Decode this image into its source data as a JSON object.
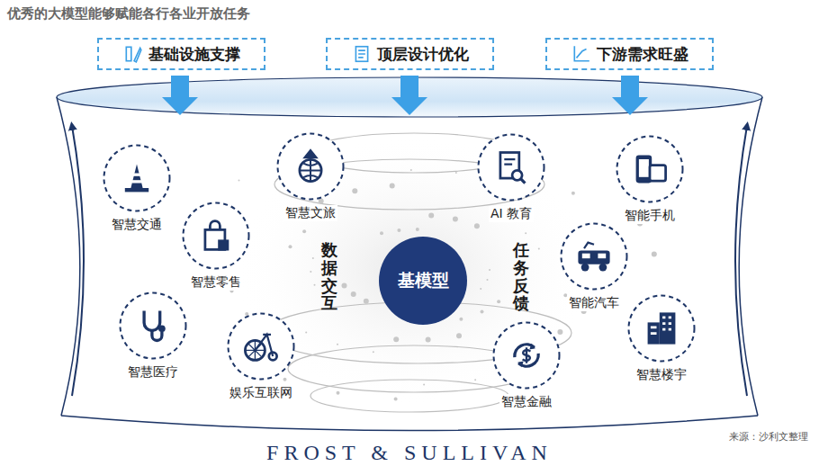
{
  "diagram": {
    "title": "优秀的大模型能够赋能各行各业开放任务",
    "nodes": [
      {
        "text": [
          "基础设施支撑"
        ]
      },
      {
        "text": [
          "顶层设计优化"
        ]
      },
      {
        "text": [
          "下游需求旺盛"
        ]
      },
      {
        "text": [
          "智慧交通"
        ]
      },
      {
        "text": [
          "智慧文旅"
        ]
      },
      {
        "text": [
          "AI 教育"
        ]
      },
      {
        "text": [
          "智能手机"
        ]
      },
      {
        "text": [
          "智慧零售"
        ]
      },
      {
        "text": [
          "基模型"
        ]
      },
      {
        "text": [
          "智能汽车"
        ]
      },
      {
        "text": [
          "智慧医疗"
        ]
      },
      {
        "text": [
          "智慧楼宇"
        ]
      },
      {
        "text": [
          "娱乐互联网"
        ]
      },
      {
        "text": [
          "智慧金融"
        ]
      }
    ],
    "labels": [
      "数据交互",
      "任务反馈",
      "FROST & SULLIVAN",
      "来源：沙利文整理"
    ]
  }
}
